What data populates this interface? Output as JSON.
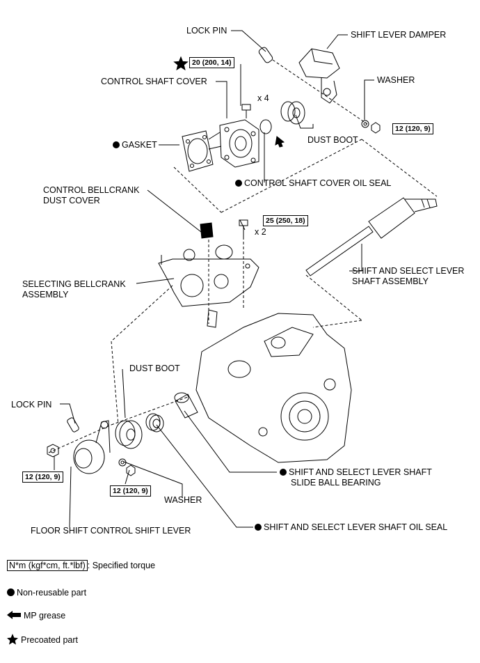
{
  "labels": {
    "lock_pin_top": "LOCK PIN",
    "shift_lever_damper": "SHIFT LEVER DAMPER",
    "washer_top": "WASHER",
    "control_shaft_cover": "CONTROL SHAFT COVER",
    "qty_x4": "x 4",
    "dust_boot_top": "DUST BOOT",
    "gasket": "GASKET",
    "control_shaft_cover_oil_seal": "CONTROL SHAFT COVER OIL SEAL",
    "control_bellcrank_dust_cover_1": "CONTROL BELLCRANK",
    "control_bellcrank_dust_cover_2": "DUST COVER",
    "qty_x2": "x 2",
    "selecting_bellcrank_1": "SELECTING BELLCRANK",
    "selecting_bellcrank_2": "ASSEMBLY",
    "shift_select_shaft_1": "SHIFT AND SELECT LEVER",
    "shift_select_shaft_2": "SHAFT ASSEMBLY",
    "dust_boot_bottom": "DUST BOOT",
    "lock_pin_bottom": "LOCK PIN",
    "slide_ball_bearing_1": "SHIFT AND SELECT LEVER SHAFT",
    "slide_ball_bearing_2": "SLIDE BALL BEARING",
    "washer_bottom": "WASHER",
    "floor_shift_lever": "FLOOR SHIFT CONTROL SHIFT LEVER",
    "shaft_oil_seal": "SHIFT AND SELECT LEVER SHAFT OIL SEAL"
  },
  "torques": {
    "cover_bolt": "20 (200, 14)",
    "washer_nut_top": "12 (120, 9)",
    "bellcrank_bolt": "25 (250, 18)",
    "lever_nut_left": "12 (120, 9)",
    "lever_nut_bottom": "12 (120, 9)"
  },
  "legend": {
    "torque_box": "N*m (kgf*cm, ft.*lbf)",
    "torque_text": ": Specified torque",
    "non_reusable": "Non-reusable part",
    "mp_grease": "MP grease",
    "precoated": "Precoated part"
  }
}
